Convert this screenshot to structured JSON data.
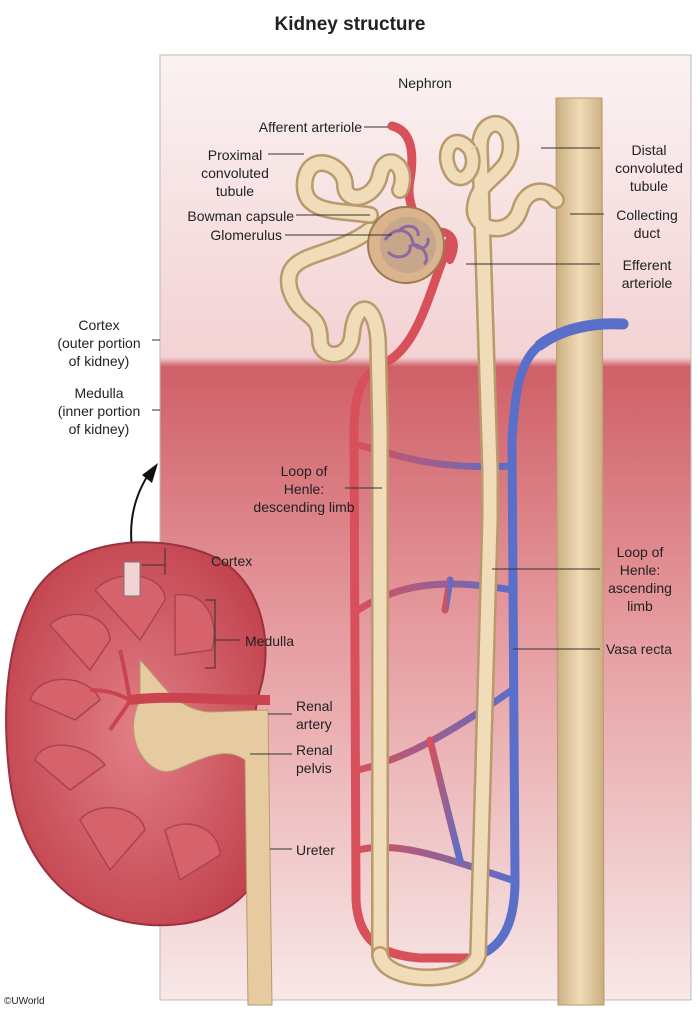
{
  "title": "Kidney structure",
  "nephron_heading": "Nephron",
  "labels": {
    "afferent_arteriole": "Afferent arteriole",
    "proximal_convoluted_tubule": "Proximal\nconvoluted\ntubule",
    "bowman_capsule": "Bowman capsule",
    "glomerulus": "Glomerulus",
    "distal_convoluted_tubule": "Distal\nconvoluted\ntubule",
    "collecting_duct": "Collecting\nduct",
    "efferent_arteriole": "Efferent\narteriole",
    "cortex_region": "Cortex\n(outer portion\nof kidney)",
    "medulla_region": "Medulla\n(inner portion\nof kidney)",
    "loop_descending": "Loop of\nHenle:\ndescending limb",
    "loop_ascending": "Loop of\nHenle:\nascending\nlimb",
    "vasa_recta": "Vasa recta",
    "cortex": "Cortex",
    "medulla": "Medulla",
    "renal_artery": "Renal\nartery",
    "renal_pelvis": "Renal\npelvis",
    "ureter": "Ureter"
  },
  "copyright": "©UWorld",
  "colors": {
    "cortex_bg": "#f6dcdc",
    "medulla_bg": "#d2696f",
    "tubule": "#e7cfa7",
    "tubule_edge": "#b89a6c",
    "artery": "#d8505a",
    "vein": "#5a6fc9",
    "kidney_outer": "#c9444f",
    "pyramid": "#e4a7aa"
  }
}
